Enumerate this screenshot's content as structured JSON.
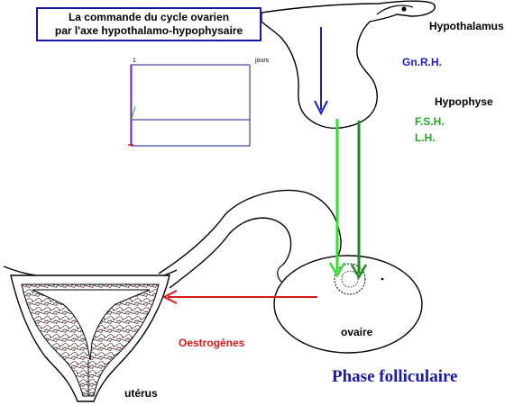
{
  "title": {
    "line1": "La commande du cycle ovarien",
    "line2": "par l'axe hypothalamo-hypophysaire"
  },
  "labels": {
    "hypothalamus": "Hypothalamus",
    "gnrh": "Gn.R.H.",
    "hypophyse": "Hypophyse",
    "fsh": "F.S.H.",
    "lh": "L.H.",
    "ovaire": "ovaire",
    "oestrogenes": "Oestrogènes",
    "uterus": "utérus",
    "phase": "Phase folliculaire"
  },
  "mini_graph": {
    "tick_label": "1",
    "unit_label": "jours"
  },
  "colors": {
    "gnrh_arrow": "#1a1acc",
    "fsh_arrow": "#1f8c1f",
    "lh_arrow": "#33dd33",
    "oestrogen_arrow": "#e01515",
    "endometrium": "#cc2222"
  }
}
